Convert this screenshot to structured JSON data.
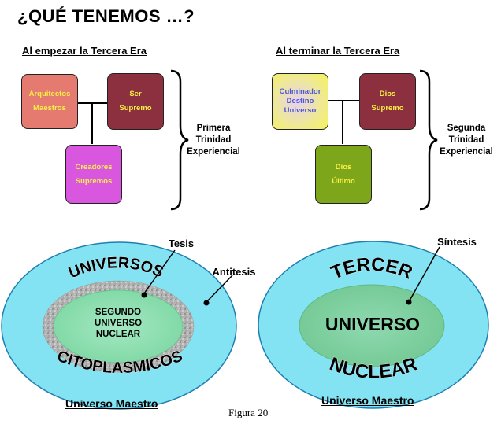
{
  "title": "¿QUÉ TENEMOS …?",
  "left_panel": {
    "heading": "Al empezar la Tercera Era",
    "box_arquitectos": "Arquitectos\nMaestros",
    "box_ser": "Ser\nSupremo",
    "box_creadores": "Creadores\nSupremos",
    "brace_label": "Primera\nTrinidad\nExperiencial"
  },
  "right_panel": {
    "heading": "Al terminar la Tercera Era",
    "box_culminador": "Culminador\nDestino\nUniverso",
    "box_dios_supremo": "Dios\nSupremo",
    "box_dios_ultimo": "Dios\nÚltimo",
    "brace_label": "Segunda\nTrinidad\nExperiencial"
  },
  "left_ellipse": {
    "top_text": "UNIVERSOS",
    "bottom_text": "CITOPLASMICOS",
    "inner_line1": "SEGUNDO",
    "inner_line2": "UNIVERSO",
    "inner_line3": "NUCLEAR",
    "tesis_label": "Tesis",
    "antitesis_label": "Antitesis",
    "caption": "Universo Maestro"
  },
  "right_ellipse": {
    "top_text": "TERCER",
    "center_text": "UNIVERSO",
    "bottom_text": "NUCLEAR",
    "sintesis_label": "Síntesis",
    "caption": "Universo Maestro"
  },
  "figure_caption": "Figura 20",
  "colors": {
    "arquitectos": "#e57a70",
    "ser_supremo": "#8c2f3e",
    "creadores": "#d957de",
    "culminador": "#f7f25a",
    "dios_supremo": "#8c2f3e",
    "dios_ultimo": "#7ea61a",
    "outer_ellipse": "#84e3f3",
    "inner_ellipse": "#8fe0b0"
  }
}
